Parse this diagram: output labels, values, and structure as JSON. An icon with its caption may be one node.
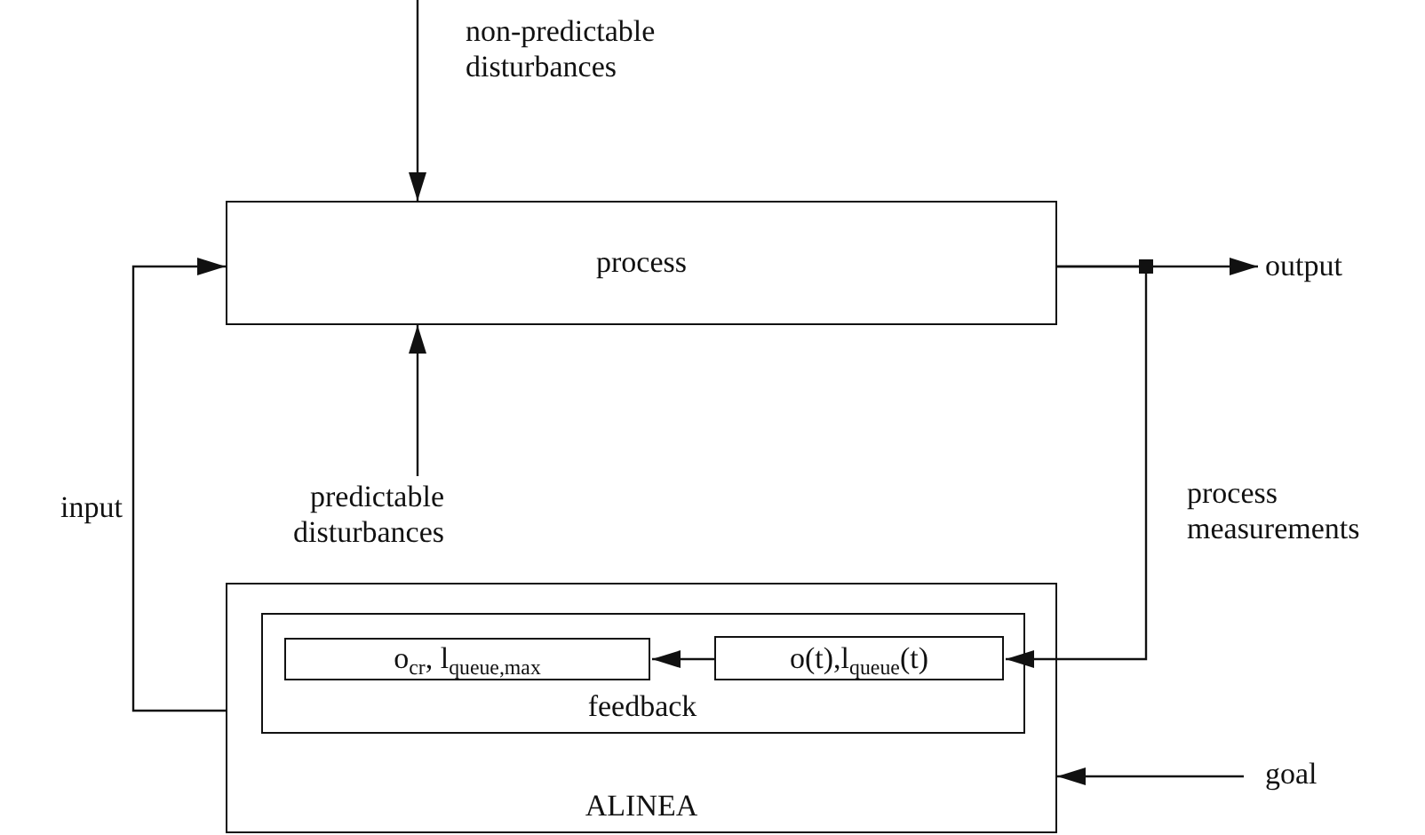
{
  "diagram": {
    "nodes": [
      {
        "text": [
          "process"
        ]
      },
      {
        "text": [
          "ALINEA"
        ]
      },
      {
        "text": [
          "feedback"
        ],
        "in": 1
      },
      {
        "text": [
          "o$_{cr}$, l$_{queue,max}$"
        ],
        "in": 2
      },
      {
        "text": [
          "o(t),l$_{queue}$(t)"
        ],
        "in": 2
      },
      {
        "text": [
          "output"
        ]
      },
      {
        "text": [
          "goal"
        ]
      },
      {
        "text": [
          "predictable disturbances"
        ]
      }
    ],
    "edges": [
      {
        "from": null,
        "to": 0,
        "arrow": "to"
      },
      {
        "from": 7,
        "to": 0,
        "arrow": "to"
      },
      {
        "from": 0,
        "to": 5,
        "arrow": "to"
      },
      {
        "from": 0,
        "to": 4,
        "arrow": "to"
      },
      {
        "from": 4,
        "to": 3,
        "arrow": "to"
      },
      {
        "from": 1,
        "to": 0,
        "arrow": "to"
      },
      {
        "from": 6,
        "to": 1,
        "arrow": "to"
      }
    ],
    "labels": [
      "non-predictable disturbances",
      "process measurements",
      "input"
    ]
  }
}
